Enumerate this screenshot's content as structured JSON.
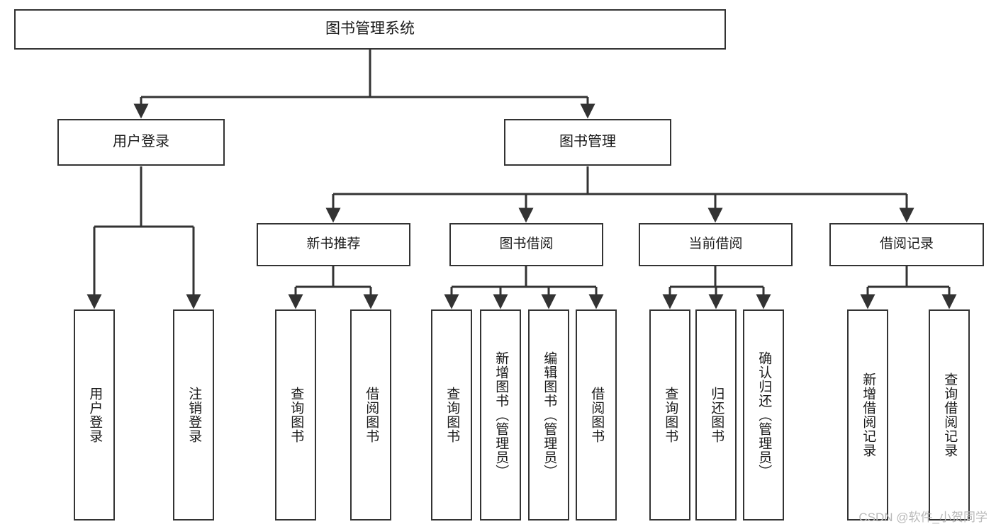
{
  "diagram": {
    "title": "图书管理系统",
    "watermark": "CSDN @软件_小贺同学",
    "colors": {
      "stroke": "#333333",
      "node_fill": "#ffffff",
      "text": "#1a1a1a",
      "watermark": "#b9b9b9",
      "background": "#ffffff"
    },
    "root": {
      "label": "图书管理系统"
    },
    "level2": {
      "user_login": {
        "label": "用户登录"
      },
      "book_manage": {
        "label": "图书管理"
      }
    },
    "level3": {
      "new_book_rec": {
        "label": "新书推荐"
      },
      "book_borrow": {
        "label": "图书借阅"
      },
      "current_borrow": {
        "label": "当前借阅"
      },
      "borrow_record": {
        "label": "借阅记录"
      }
    },
    "leaves": {
      "user_login": [
        {
          "label": "用户登录"
        },
        {
          "label": "注销登录"
        }
      ],
      "new_book_rec": [
        {
          "label": "查询图书"
        },
        {
          "label": "借阅图书"
        }
      ],
      "book_borrow": [
        {
          "label": "查询图书"
        },
        {
          "label": "新增图书（管理员）"
        },
        {
          "label": "编辑图书（管理员）"
        },
        {
          "label": "借阅图书"
        }
      ],
      "current_borrow": [
        {
          "label": "查询图书"
        },
        {
          "label": "归还图书"
        },
        {
          "label": "确认归还（管理员）"
        }
      ],
      "borrow_record": [
        {
          "label": "新增借阅记录"
        },
        {
          "label": "查询借阅记录"
        }
      ]
    }
  }
}
